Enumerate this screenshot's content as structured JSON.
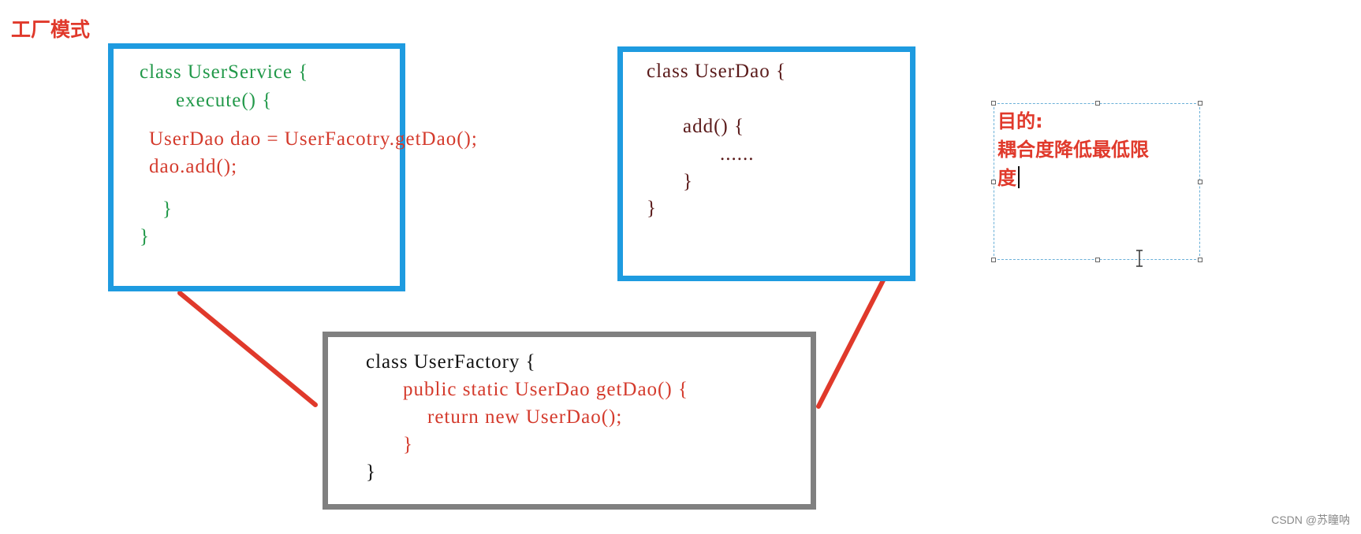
{
  "title": "工厂模式",
  "user_service": {
    "line1": "class UserService {",
    "line2": "execute() {",
    "line3": "UserDao dao = UserFacotry.getDao();",
    "line4": "dao.add();",
    "line5": "}",
    "line6": "}"
  },
  "user_dao": {
    "line1": "class UserDao {",
    "line2": "add() {",
    "line3": "......",
    "line4": "}",
    "line5": "}"
  },
  "user_factory": {
    "line1": "class UserFactory {",
    "line2": "public static UserDao getDao() {",
    "line3": "return new UserDao();",
    "line4": "}",
    "line5": "}"
  },
  "note": {
    "line1": "目的:",
    "line2": "耦合度降低最低限",
    "line3": "度"
  },
  "watermark": "CSDN @苏瞳呐",
  "colors": {
    "blue_box": "#1e9be0",
    "gray_box": "#808080",
    "connector": "#e0392b",
    "green_code": "#22994a",
    "red_code": "#d43a2c"
  }
}
